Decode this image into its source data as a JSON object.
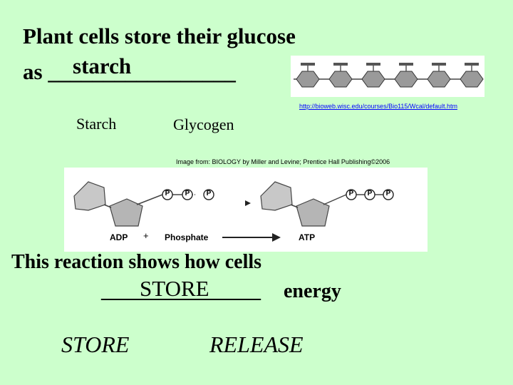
{
  "slide": {
    "title_line1": "Plant cells store their glucose",
    "title_line2_prefix": "as ",
    "blank1": "_________________",
    "answer1": "starch",
    "url_credit": "http://bioweb.wisc.edu/courses/Bio115/Wcal/default.htm",
    "choice_starch": "Starch",
    "choice_glycogen": "Glycogen",
    "image_credit": "Image from: BIOLOGY by Miller and Levine; Prentice Hall Publishing©2006",
    "diagram": {
      "adp_label": "ADP",
      "plus": "+",
      "phosphate_label": "Phosphate",
      "atp_label": "ATP",
      "p_glyph": "P"
    },
    "reaction_line": "This reaction shows how cells",
    "blank2": "________________",
    "answer2": "STORE",
    "energy_word": "energy",
    "choice_store": "STORE",
    "choice_release": "RELEASE"
  },
  "colors": {
    "background": "#ccffcc",
    "url": "#0000ff",
    "image_bg": "#ffffff"
  }
}
